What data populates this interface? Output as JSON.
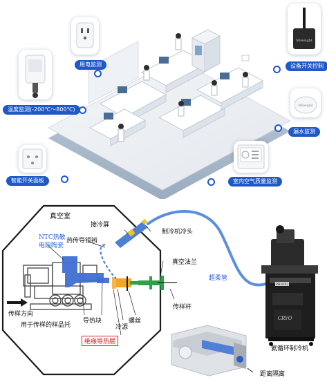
{
  "top_panel": {
    "labels": {
      "power_monitor": "用电监测",
      "device_switch": "设备开关控制",
      "temperature": "温度监测(-200℃～800℃)",
      "water_leak": "漏水监测",
      "smart_switch": "智能开关面板",
      "air_quality": "室内空气质量监测"
    },
    "brand_text": "Milesight"
  },
  "bottom_panel": {
    "labels": {
      "vacuum_chamber": "真空室",
      "cold_screen": "接冷屏",
      "cold_head": "制冷机冷头",
      "ntc": "NTC热敏电阻陶瓷",
      "copper_braid": "热传导铜辫",
      "vacuum_flange": "真空法兰",
      "super_flex": "超柔管",
      "transfer_direction": "传样方向",
      "sample_holder": "用于传样的样品托",
      "heat_block": "导热块",
      "cold_source": "冷源",
      "screw": "螺丝",
      "insulation_layer": "绝缘导热层",
      "transfer_rod": "传样杆",
      "helium_cryocooler": "氦循环制冷机",
      "distance_isolation": "距离隔离"
    },
    "cryocooler_brand": "CRYO",
    "cryocooler_model": "PHIOX2",
    "colors": {
      "copper_braid": "#4d7fd4",
      "heat_block": "#3e6fd0",
      "cold_source": "#f2a623",
      "transfer_rod": "#2ca34a",
      "insulation_label": "#d62020",
      "flex_hose": "#5b8fde"
    }
  }
}
